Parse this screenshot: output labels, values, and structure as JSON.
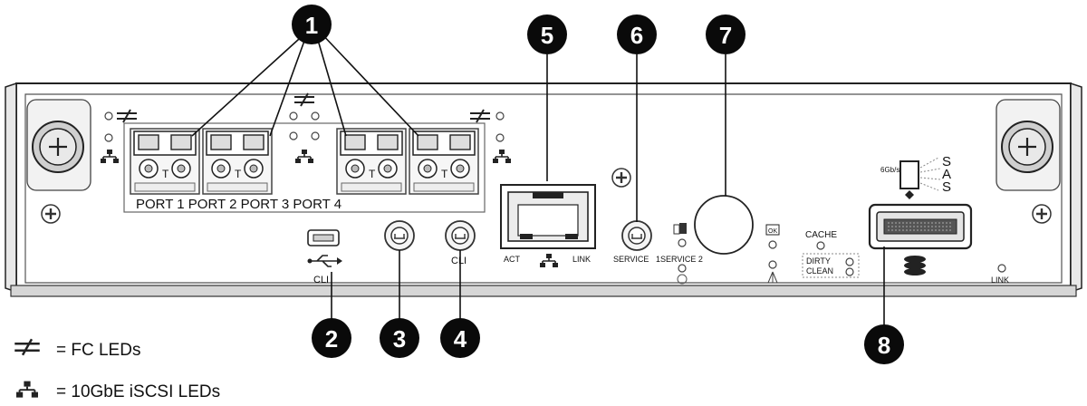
{
  "callouts": [
    "1",
    "2",
    "3",
    "4",
    "5",
    "6",
    "7",
    "8"
  ],
  "ports": {
    "label": "PORT 1 PORT 2 PORT 3 PORT 4",
    "tick": "T"
  },
  "labels": {
    "cli_usb": "CLI",
    "cli_serial": "CLI",
    "act": "ACT",
    "link": "LINK",
    "service": "SERVICE",
    "service_12": "1SERVICE 2",
    "ok": "OK",
    "cache": "CACHE",
    "dirty": "DIRTY",
    "clean": "CLEAN",
    "sas_rate": "6Gb/s",
    "sas_s1": "S",
    "sas_a": "A",
    "sas_s2": "S",
    "link_led": "LINK"
  },
  "legend": [
    {
      "icon": "fc-led-icon",
      "text": "= FC LEDs"
    },
    {
      "icon": "network-led-icon",
      "text": "= 10GbE iSCSI LEDs"
    }
  ]
}
